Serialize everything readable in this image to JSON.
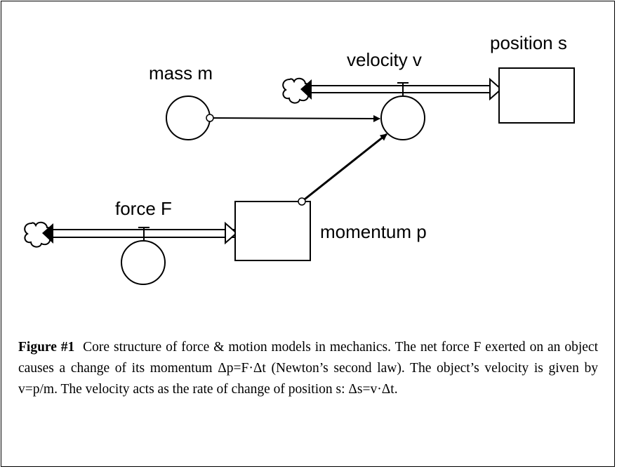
{
  "diagram": {
    "labels": {
      "mass": "mass  m",
      "velocity": "velocity  v",
      "position": "position  s",
      "force": "force  F",
      "momentum": "momentum  p"
    }
  },
  "caption": {
    "figure_label": "Figure #1",
    "text": "Core structure of force & motion models in mechanics. The net force F exerted on an object causes a change of its momentum Δp=F·Δt (Newton’s second law). The object’s velocity is given by v=p/m. The velocity acts as the rate of change of position s: Δs=v·Δt."
  }
}
